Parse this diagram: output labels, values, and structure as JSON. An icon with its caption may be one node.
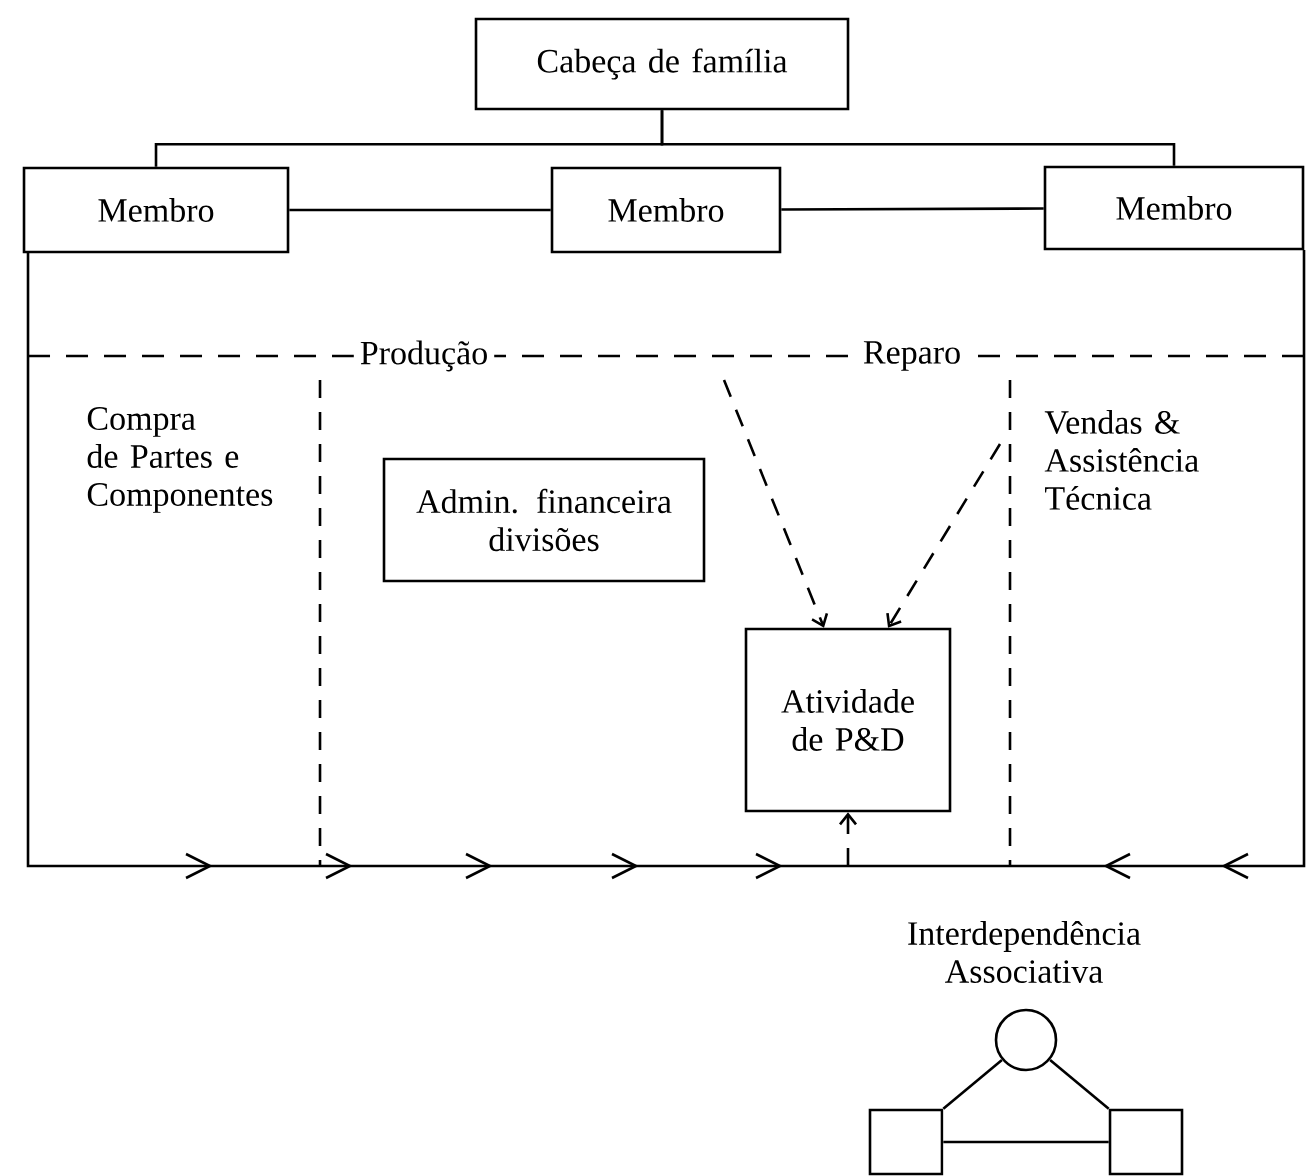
{
  "diagram": {
    "nodes": [
      {
        "text": [
          "Cabeça de família"
        ]
      },
      {
        "text": [
          "Membro"
        ]
      },
      {
        "text": [
          "Membro"
        ]
      },
      {
        "text": [
          "Membro"
        ]
      },
      {
        "text": [
          "Admin. financeira divisões"
        ]
      },
      {
        "text": [
          "Atividade de P&D"
        ]
      },
      {
        "text": [],
        "shape": "circle"
      },
      {
        "text": [],
        "shape": "box"
      },
      {
        "text": [],
        "shape": "box"
      }
    ],
    "edges": [
      {
        "from": 0,
        "to": 1,
        "arrow": "none"
      },
      {
        "from": 0,
        "to": 3,
        "arrow": "none"
      },
      {
        "from": 1,
        "to": 2,
        "arrow": "none"
      },
      {
        "from": 2,
        "to": 3,
        "arrow": "none"
      },
      {
        "from": null,
        "to": 5,
        "arrow": "to",
        "style": "dashed"
      },
      {
        "from": null,
        "to": 5,
        "arrow": "to",
        "style": "dashed"
      },
      {
        "from": null,
        "to": 5,
        "arrow": "to",
        "style": "dashed"
      },
      {
        "from": 6,
        "to": 7,
        "arrow": "none"
      },
      {
        "from": 6,
        "to": 8,
        "arrow": "none"
      },
      {
        "from": 7,
        "to": 8,
        "arrow": "none"
      }
    ],
    "labels": [
      "Produção",
      "Reparo",
      "Compra de Partes e Componentes",
      "Vendas & Assistência Técnica",
      "Interdependência Associativa"
    ]
  }
}
